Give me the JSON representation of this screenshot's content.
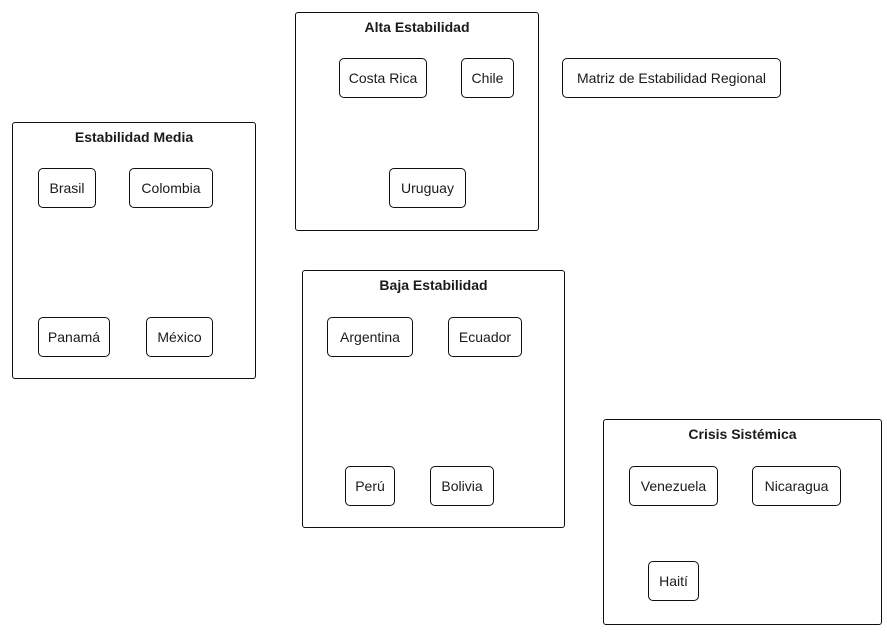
{
  "diagram": {
    "standalone": {
      "matriz_label": "Matriz de Estabilidad Regional"
    },
    "groups": {
      "alta": {
        "title": "Alta Estabilidad",
        "nodes": {
          "costa_rica": "Costa Rica",
          "chile": "Chile",
          "uruguay": "Uruguay"
        }
      },
      "media": {
        "title": "Estabilidad Media",
        "nodes": {
          "brasil": "Brasil",
          "colombia": "Colombia",
          "panama": "Panamá",
          "mexico": "México"
        }
      },
      "baja": {
        "title": "Baja Estabilidad",
        "nodes": {
          "argentina": "Argentina",
          "ecuador": "Ecuador",
          "peru": "Perú",
          "bolivia": "Bolivia"
        }
      },
      "crisis": {
        "title": "Crisis Sistémica",
        "nodes": {
          "venezuela": "Venezuela",
          "nicaragua": "Nicaragua",
          "haiti": "Haití"
        }
      }
    },
    "colors": {
      "border": "#0f0f0f",
      "background": "#ffffff",
      "text": "#1a1a1a"
    }
  }
}
